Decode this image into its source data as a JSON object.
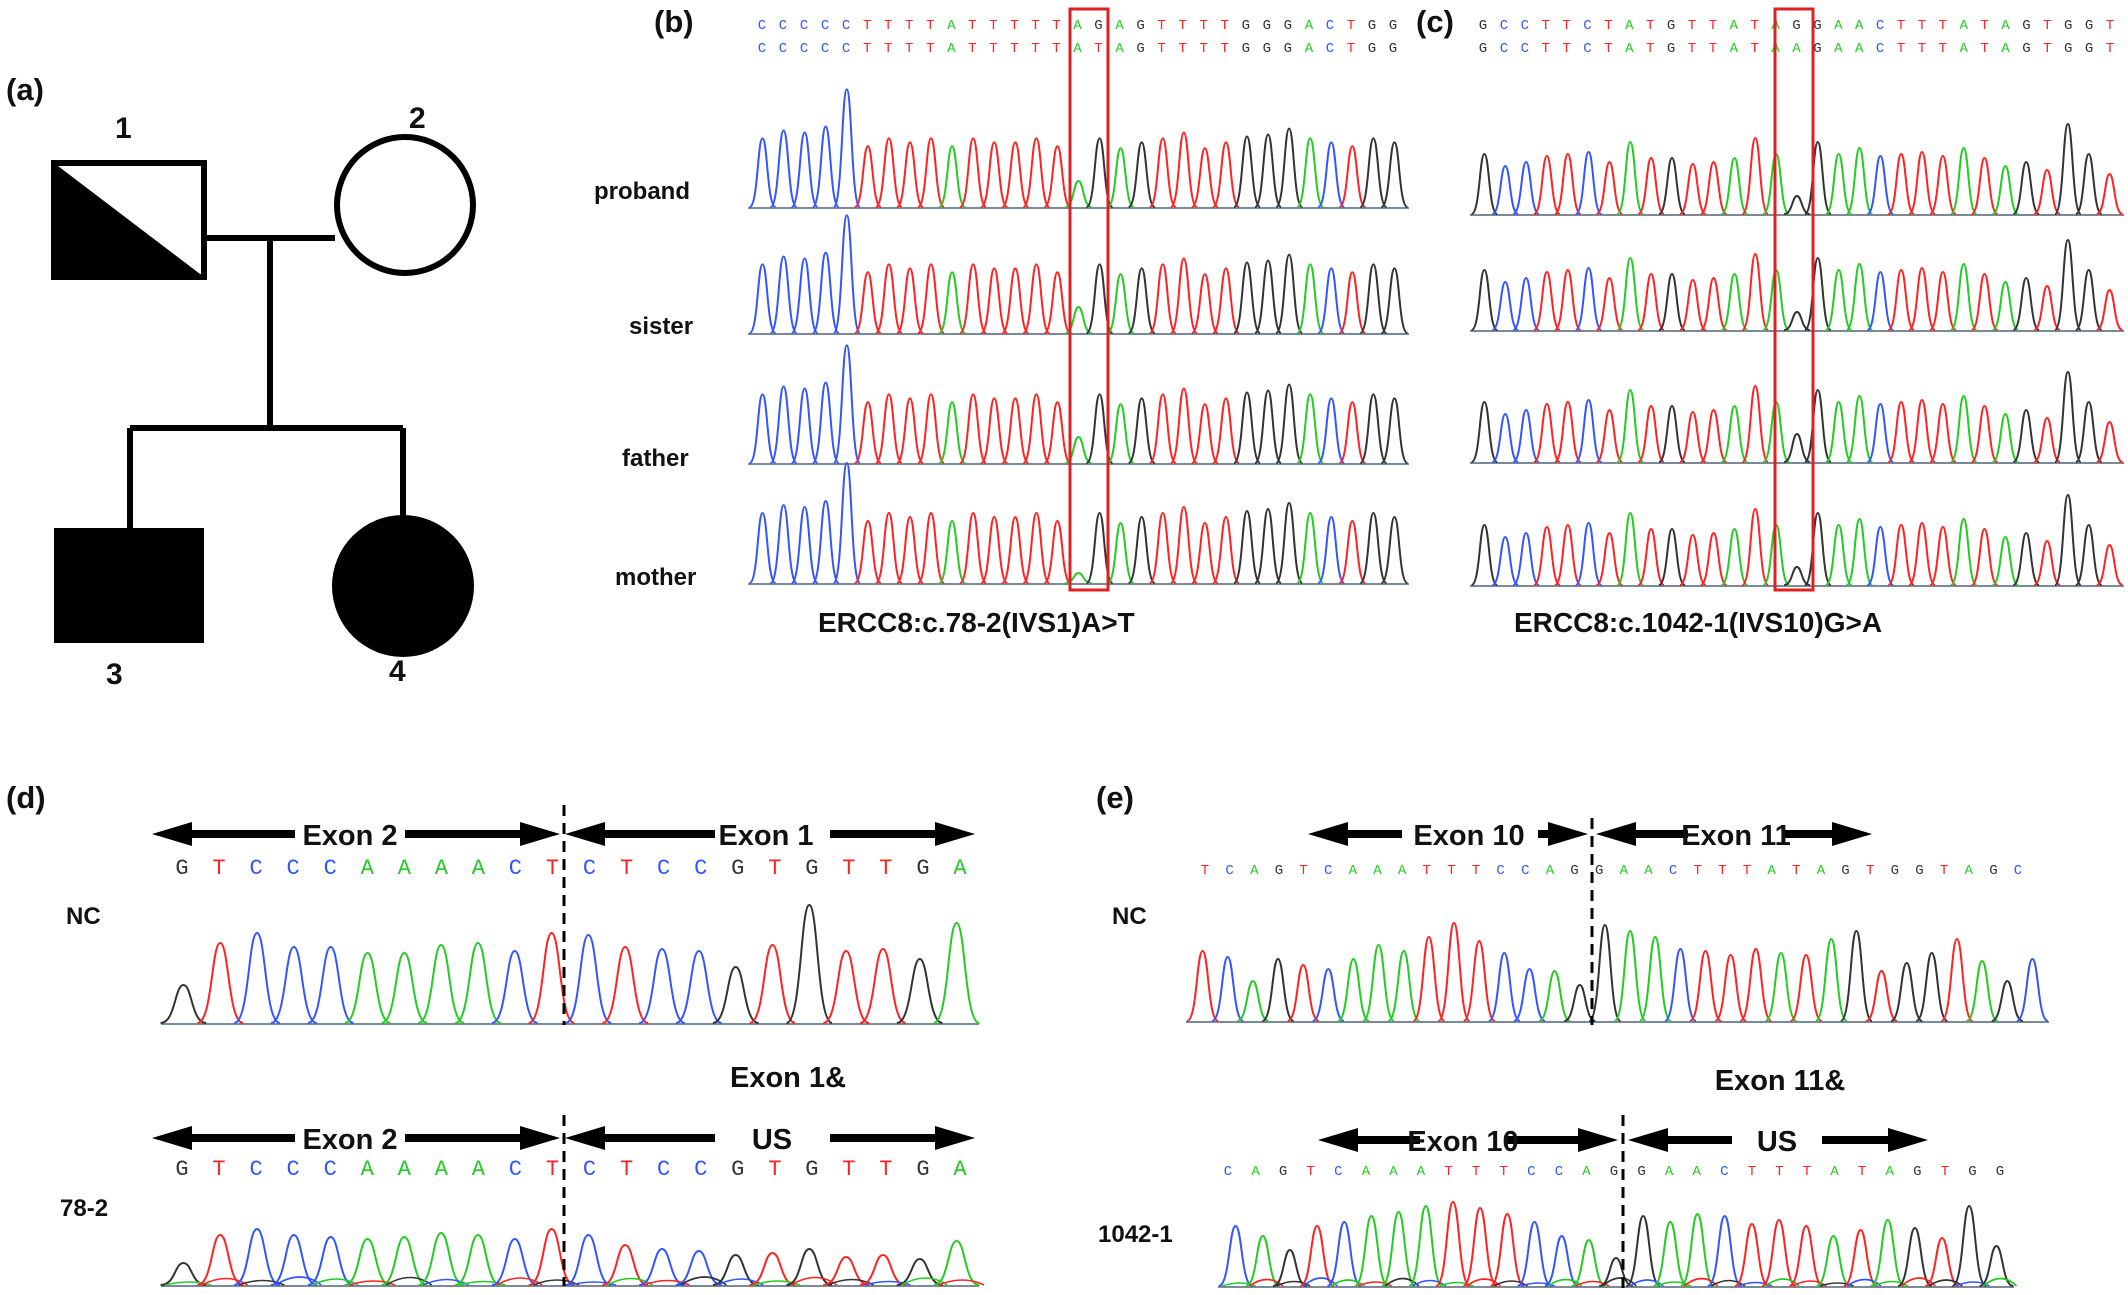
{
  "panels": {
    "a": {
      "label": "(a)",
      "members": [
        "1",
        "2",
        "3",
        "4"
      ]
    },
    "b": {
      "label": "(b)",
      "seq_ref": "CCCCCTTTTATTTTTAGAGTTTTGGGACTGG",
      "seq_obs": "CCCCCTTTTATTTTTATAGTTTTGGGACTGG",
      "rows": [
        "proband",
        "sister",
        "father",
        "mother"
      ],
      "mutation": "ERCC8:c.78-2(IVS1)A>T"
    },
    "c": {
      "label": "(c)",
      "seq_ref": "GCCTTCTATGTTATAGGAACTTTATAGTGGT",
      "seq_obs": "GCCTTCTATGTTATAAGAACTTTATAGTGGT",
      "mutation": "ERCC8:c.1042-1(IVS10)G>A"
    },
    "d": {
      "label": "(d)",
      "top": {
        "sample": "NC",
        "left_exon": "Exon 2",
        "right_exon": "Exon 1",
        "seq": "GTCCCAAAACTCTCCGTGTTGA"
      },
      "middle_label": "Exon 1&",
      "bottom": {
        "sample": "78-2",
        "left_exon": "Exon 2",
        "right_exon": "US",
        "seq": "GTCCCAAAACTCTCCGTGTTGA"
      }
    },
    "e": {
      "label": "(e)",
      "top": {
        "sample": "NC",
        "left_exon": "Exon 10",
        "right_exon": "Exon 11",
        "seq": "TCAGTCAAATTTCCAGGAACTTTATAGTGGTAGC"
      },
      "middle_label": "Exon 11&",
      "bottom": {
        "sample": "1042-1",
        "left_exon": "Exon 10",
        "right_exon": "US",
        "seq": "CAGTCAAATTTCCAGGAACTTTATAGTGG"
      }
    }
  },
  "colors": {
    "A": "#22cc22",
    "C": "#3355ff",
    "G": "#333333",
    "T": "#ff2222",
    "highlight": "#e02020"
  }
}
